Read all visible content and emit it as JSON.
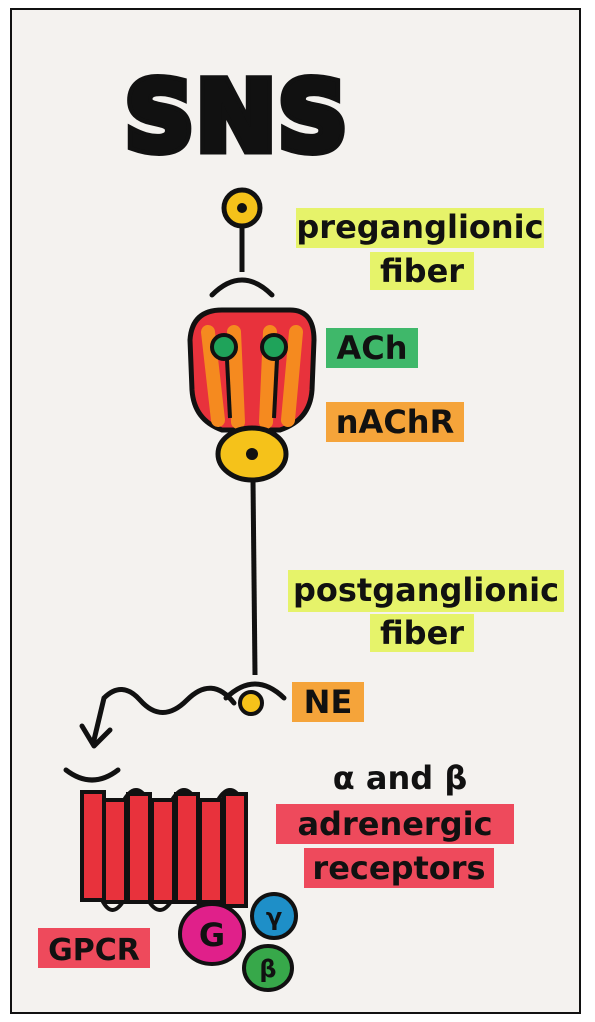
{
  "title": "SNS",
  "labels": {
    "preganglionic_line1": "preganglionic",
    "preganglionic_line2": "fiber",
    "ach": "ACh",
    "nachr": "nAChR",
    "postganglionic_line1": "postganglionic",
    "postganglionic_line2": "fiber",
    "ne": "NE",
    "alpha_beta": "α and β",
    "adrenergic_line1": "adrenergic",
    "adrenergic_line2": "receptors",
    "gpcr": "GPCR"
  },
  "g_protein": {
    "g": "G",
    "beta": "β",
    "gamma": "γ"
  },
  "colors": {
    "highlight_yellow": "#e6f36a",
    "highlight_green": "#3fb86a",
    "highlight_orange": "#f5a43a",
    "highlight_red": "#ee4a5c",
    "receptor_red": "#e8323c",
    "neuron_yellow": "#f5c21a",
    "ach_green": "#1fa35a",
    "g_magenta": "#e0208a",
    "gamma_blue": "#1e8fc8",
    "beta_green": "#37a84a"
  }
}
